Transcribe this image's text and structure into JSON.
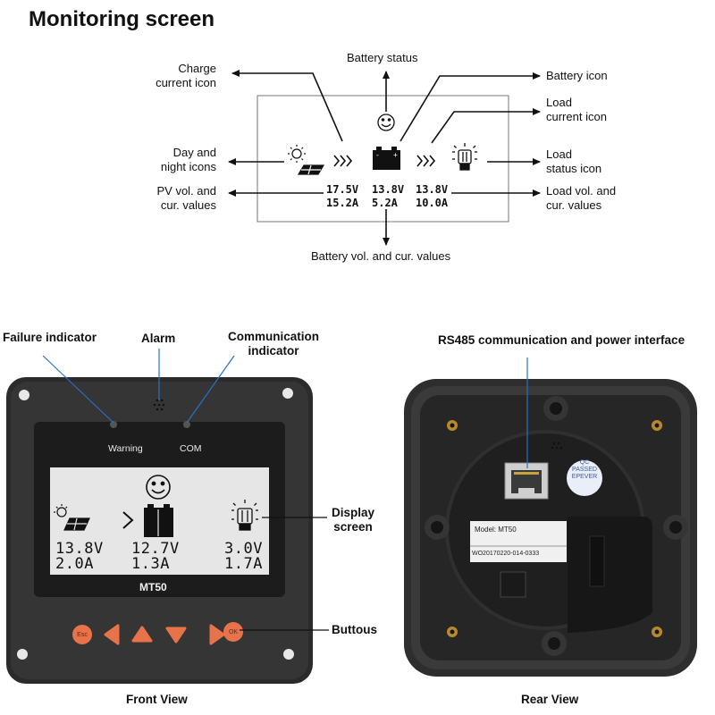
{
  "title": "Monitoring screen",
  "callouts": {
    "charge_current_icon": [
      "Charge",
      "current icon"
    ],
    "battery_status": "Battery status",
    "battery_icon": "Battery icon",
    "load_current_icon": [
      "Load",
      "current icon"
    ],
    "day_night_icons": [
      "Day and",
      "night icons"
    ],
    "load_status_icon": [
      "Load",
      "status icon"
    ],
    "pv_values": [
      "PV vol. and",
      "cur. values"
    ],
    "load_values": [
      "Load vol. and",
      "cur. values"
    ],
    "battery_values": "Battery vol. and cur. values"
  },
  "diagram_screen": {
    "pv_voltage": "17.5V",
    "pv_current": "15.2A",
    "battery_voltage": "13.8V",
    "battery_current": "5.2A",
    "load_voltage": "13.8V",
    "load_current": "10.0A"
  },
  "front": {
    "failure_indicator": "Failure indicator",
    "alarm": "Alarm",
    "communication_indicator": [
      "Communication",
      "indicator"
    ],
    "warning_led_label": "Warning",
    "com_led_label": "COM",
    "display_screen": [
      "Display",
      "screen"
    ],
    "model": "MT50",
    "buttons_label": "Buttous",
    "esc_key": "Esc",
    "ok_key": "OK",
    "caption": "Front View",
    "lcd": {
      "pv_voltage": "13.8V",
      "pv_current": "2.0A",
      "battery_voltage": "12.7V",
      "battery_current": "1.3A",
      "load_voltage": "3.0V",
      "load_current": "1.7A"
    }
  },
  "rear": {
    "rs485_label": "RS485 communication and power interface",
    "qc_line1": "QC",
    "qc_line2": "PASSED",
    "qc_line3": "EPEVER",
    "model_plate": "Model: MT50",
    "serial": "WO20170220-014-0333",
    "caption": "Rear View"
  }
}
